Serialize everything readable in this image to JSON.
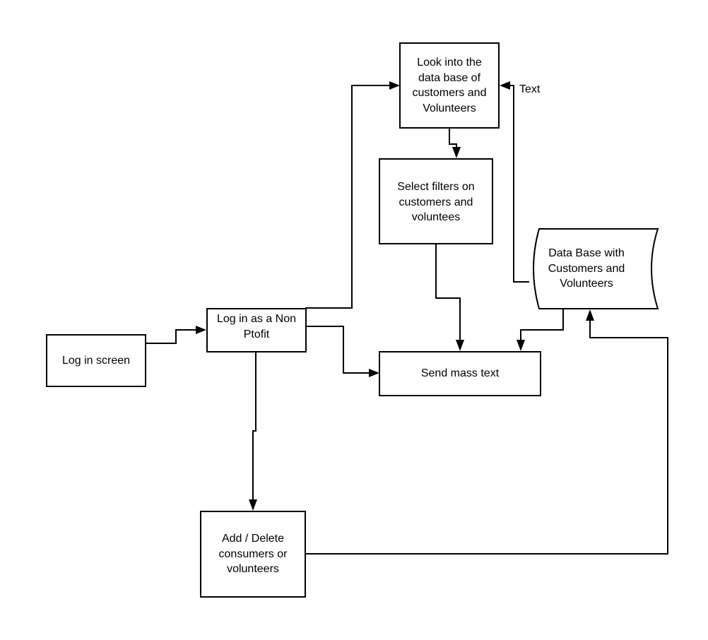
{
  "diagram": {
    "nodes": {
      "login_screen": {
        "label": "Log in screen"
      },
      "login_nonprofit": {
        "label": "Log in as a Non\nPtofit"
      },
      "look_into_db": {
        "label": "Look into the\ndata base of\ncustomers and\nVolunteers"
      },
      "select_filters": {
        "label": "Select filters on\ncustomers and\nvoluntees"
      },
      "send_mass_text": {
        "label": "Send mass text"
      },
      "database": {
        "label": "Data Base with\nCustomers and\nVolunteers",
        "shape": "cylinder"
      },
      "add_delete": {
        "label": "Add / Delete\nconsumers or\nvolunteers"
      }
    },
    "edges": [
      {
        "from": "login_screen",
        "to": "login_nonprofit"
      },
      {
        "from": "login_nonprofit",
        "to": "look_into_db"
      },
      {
        "from": "login_nonprofit",
        "to": "send_mass_text"
      },
      {
        "from": "login_nonprofit",
        "to": "add_delete"
      },
      {
        "from": "look_into_db",
        "to": "select_filters"
      },
      {
        "from": "select_filters",
        "to": "send_mass_text"
      },
      {
        "from": "database",
        "to": "send_mass_text"
      },
      {
        "from": "database",
        "to": "look_into_db",
        "label": "Text"
      },
      {
        "from": "add_delete",
        "to": "database"
      }
    ],
    "colors": {
      "stroke": "#000000",
      "fill": "#ffffff",
      "text": "#000000"
    }
  }
}
